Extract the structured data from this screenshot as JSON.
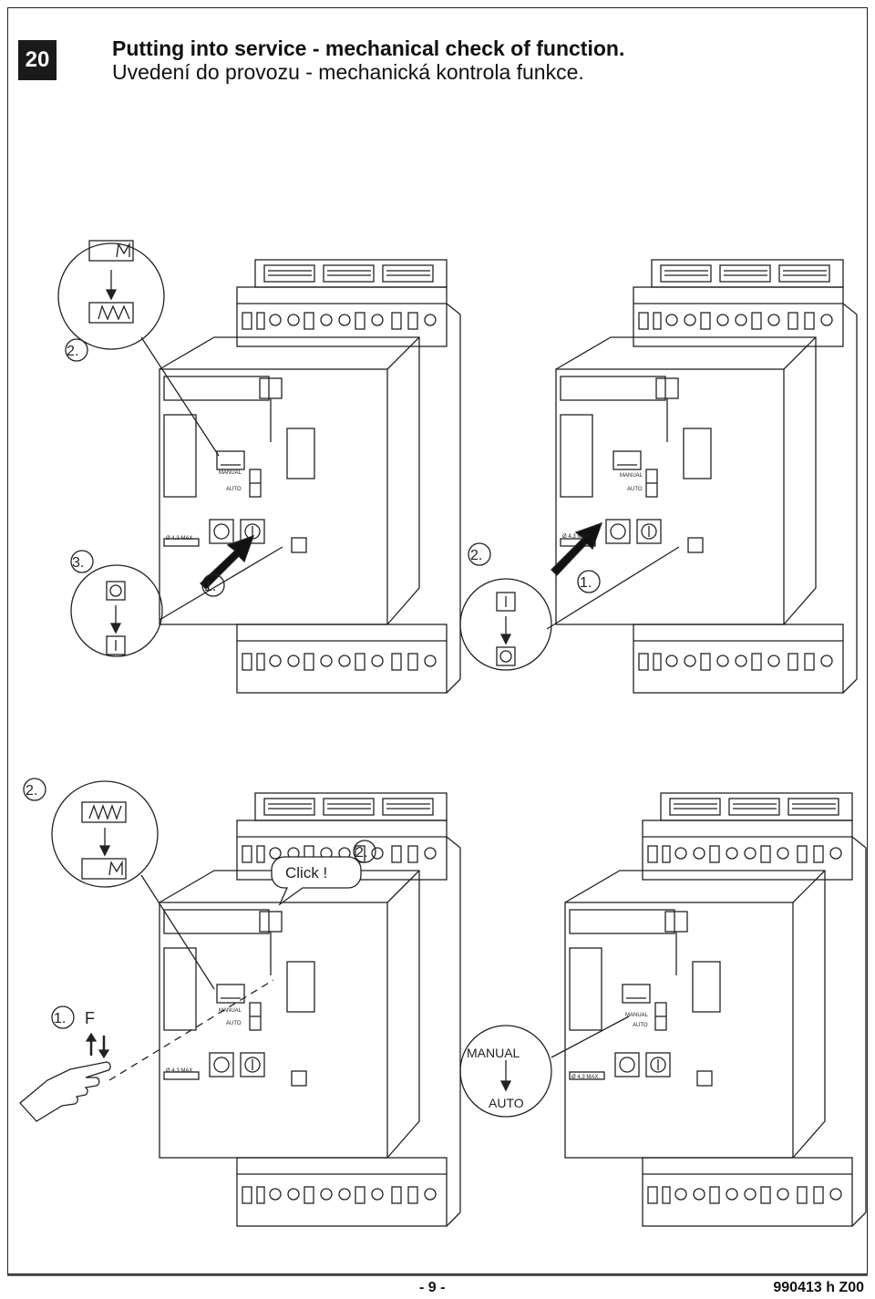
{
  "step_number": "20",
  "title_en": "Putting into service - mechanical check of function.",
  "title_cz": "Uvedení do provozu -  mechanická kontrola funkce.",
  "labels": {
    "step1": "1.",
    "step2": "2.",
    "step3": "3.",
    "symbol_on": "I",
    "symbol_off": "O",
    "manual": "MANUAL",
    "auto": "AUTO",
    "lock_spec": "Ø 4,3 MAX.",
    "click": "Click !",
    "key_f": "F",
    "panel_manual": "MANUAL",
    "panel_auto": "AUTO"
  },
  "footer": {
    "page": "- 9 -",
    "doc_code": "990413 h  Z00"
  }
}
